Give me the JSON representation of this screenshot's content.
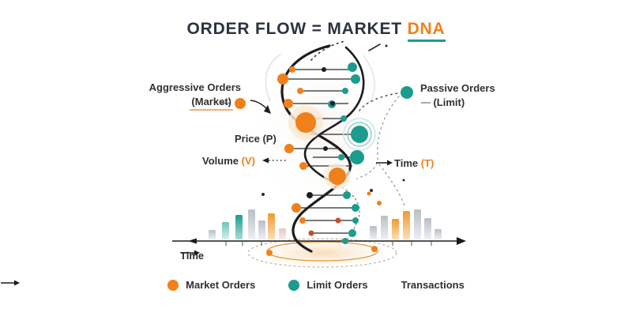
{
  "title": {
    "main": "ORDER FLOW = MARKET",
    "highlight": "DNA"
  },
  "annotations": {
    "aggressive": {
      "line1": "Aggressive Orders",
      "line2": "(Market)",
      "dash": "—"
    },
    "passive": {
      "line1": "Passive Orders",
      "line2": "(Limit)",
      "dash": "—"
    },
    "price": {
      "label": "Price",
      "symbol": "(P)"
    },
    "volume": {
      "label": "Volume",
      "symbol": "(V)"
    },
    "time": {
      "label": "Time",
      "symbol": "(T)"
    },
    "axis_time": {
      "label": "Time"
    }
  },
  "legend": {
    "market_orders": "Market Orders",
    "limit_orders": "Limit Orders",
    "transactions": "Transactions"
  },
  "colors": {
    "orange": "#F0801A",
    "teal": "#1B9C8C",
    "dark_text": "#2B3240",
    "red_accent": "#CD4A2B",
    "strand": "#1D1D1D"
  },
  "helix": {
    "rungs": [
      [
        88,
        373,
        446
      ],
      [
        100,
        361,
        450
      ],
      [
        115,
        381,
        437
      ],
      [
        131,
        366,
        441
      ],
      [
        150,
        388,
        435
      ],
      [
        170,
        393,
        452
      ],
      [
        188,
        368,
        430
      ],
      [
        199,
        396,
        451
      ],
      [
        210,
        385,
        446
      ],
      [
        247,
        394,
        437
      ],
      [
        263,
        376,
        450
      ],
      [
        279,
        384,
        450
      ],
      [
        295,
        397,
        445
      ]
    ],
    "orange_dots": [
      [
        370,
        88,
        4
      ],
      [
        358,
        100,
        7
      ],
      [
        380,
        115,
        4
      ],
      [
        365,
        131,
        6
      ],
      [
        387,
        155,
        13
      ],
      [
        366,
        188,
        6
      ],
      [
        384,
        210,
        5
      ],
      [
        427,
        223,
        11
      ],
      [
        375,
        263,
        6
      ],
      [
        383,
        279,
        4
      ]
    ],
    "teal_dots": [
      [
        446,
        85,
        6
      ],
      [
        450,
        100,
        6
      ],
      [
        437,
        115,
        4
      ],
      [
        420,
        132,
        5
      ],
      [
        435,
        150,
        4
      ],
      [
        455,
        170,
        11
      ],
      [
        452,
        199,
        9
      ],
      [
        439,
        247,
        5
      ],
      [
        450,
        263,
        5
      ],
      [
        450,
        279,
        4
      ],
      [
        446,
        295,
        5
      ],
      [
        437,
        305,
        4
      ]
    ],
    "black_dots": [
      [
        410,
        88,
        3
      ],
      [
        421,
        131,
        3
      ],
      [
        412,
        188,
        3
      ],
      [
        392,
        247,
        4
      ]
    ],
    "red_dots": [
      [
        428,
        279,
        3.5
      ],
      [
        394,
        295,
        3.5
      ]
    ],
    "teal_accent_dots": [
      [
        432,
        199,
        4
      ]
    ],
    "specks_black": [
      [
        333,
        246,
        2
      ],
      [
        470,
        241,
        2
      ],
      [
        489,
        58,
        1.5
      ],
      [
        511,
        228,
        1.5
      ]
    ],
    "specks_orange": [
      [
        467,
        245,
        2.5
      ],
      [
        480,
        257,
        3
      ]
    ]
  },
  "volume_bars": {
    "left": [
      [
        264,
        12,
        "gray"
      ],
      [
        281,
        22,
        "teal_light"
      ],
      [
        298,
        31,
        "teal"
      ],
      [
        314,
        38,
        "gray"
      ],
      [
        327,
        24,
        "gray"
      ],
      [
        339,
        33,
        "orange"
      ],
      [
        353,
        14,
        "pink"
      ]
    ],
    "right": [
      [
        468,
        17,
        "gray"
      ],
      [
        482,
        30,
        "gray"
      ],
      [
        496,
        26,
        "orange"
      ],
      [
        510,
        36,
        "orange"
      ],
      [
        524,
        38,
        "gray"
      ],
      [
        537,
        27,
        "gray"
      ],
      [
        550,
        13,
        "gray"
      ]
    ]
  },
  "axis": {
    "ticks": [
      286,
      307,
      331,
      497,
      521,
      546
    ]
  },
  "orbit_dots": [
    [
      341,
      320,
      4
    ],
    [
      474,
      315,
      4
    ]
  ]
}
